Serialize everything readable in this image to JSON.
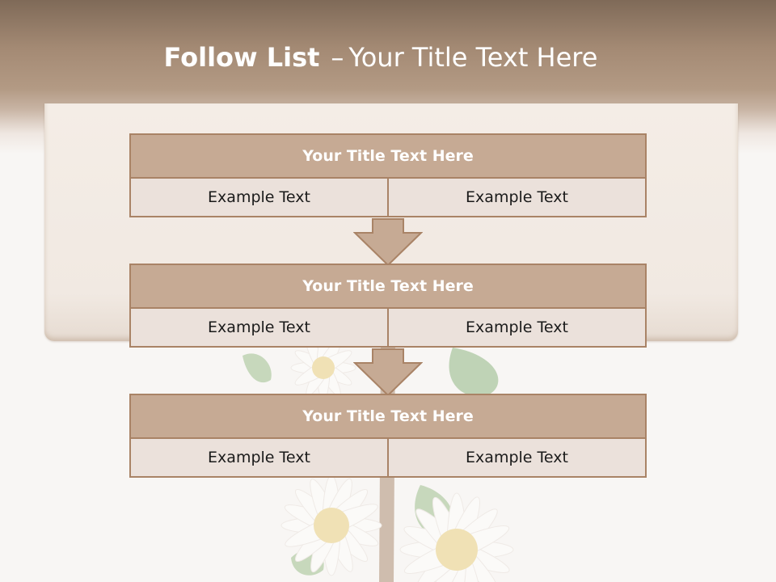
{
  "slide": {
    "title_bold": "Follow List",
    "title_dash": "–",
    "title_rest": "Your Title Text Here"
  },
  "blocks": [
    {
      "title": "Your Title Text Here",
      "left": "Example Text",
      "right": "Example Text"
    },
    {
      "title": "Your Title Text Here",
      "left": "Example Text",
      "right": "Example Text"
    },
    {
      "title": "Your Title Text Here",
      "left": "Example Text",
      "right": "Example Text"
    }
  ],
  "colors": {
    "header_brown": "#a48a74",
    "block_title_fill": "#c6aa94",
    "block_cell_fill": "#ebe1db",
    "border": "#a98366",
    "arrow_fill": "#c6aa94"
  }
}
